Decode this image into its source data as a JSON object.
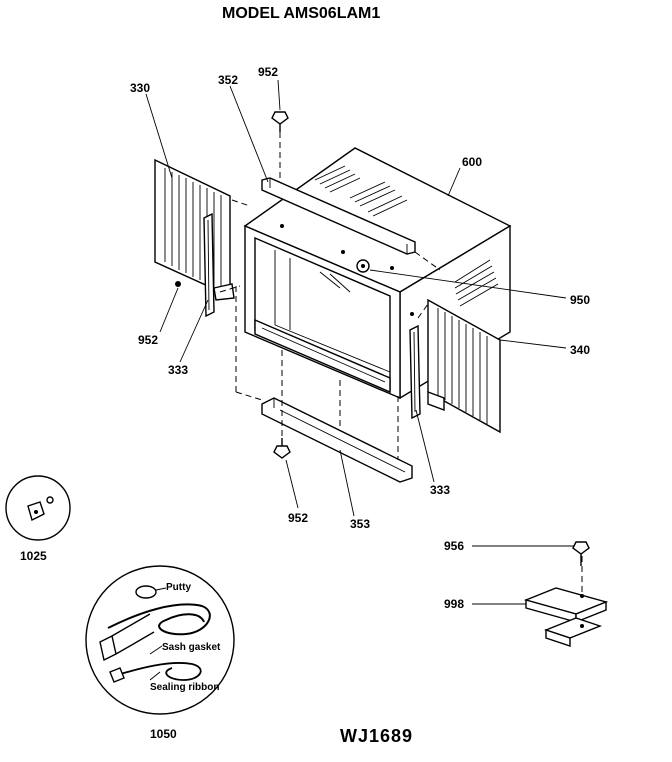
{
  "title": "MODEL AMS06LAM1",
  "drawing_code": "WJ1689",
  "callouts": {
    "c330": "330",
    "c352": "352",
    "c952_top": "952",
    "c600": "600",
    "c950": "950",
    "c340": "340",
    "c952_left": "952",
    "c333_left": "333",
    "c333_right": "333",
    "c952_bottom": "952",
    "c353": "353",
    "c1025": "1025",
    "c956": "956",
    "c998": "998",
    "c1050": "1050"
  },
  "kit_labels": {
    "putty": "Putty",
    "sash_gasket": "Sash gasket",
    "sealing_ribbon": "Sealing ribbon"
  }
}
